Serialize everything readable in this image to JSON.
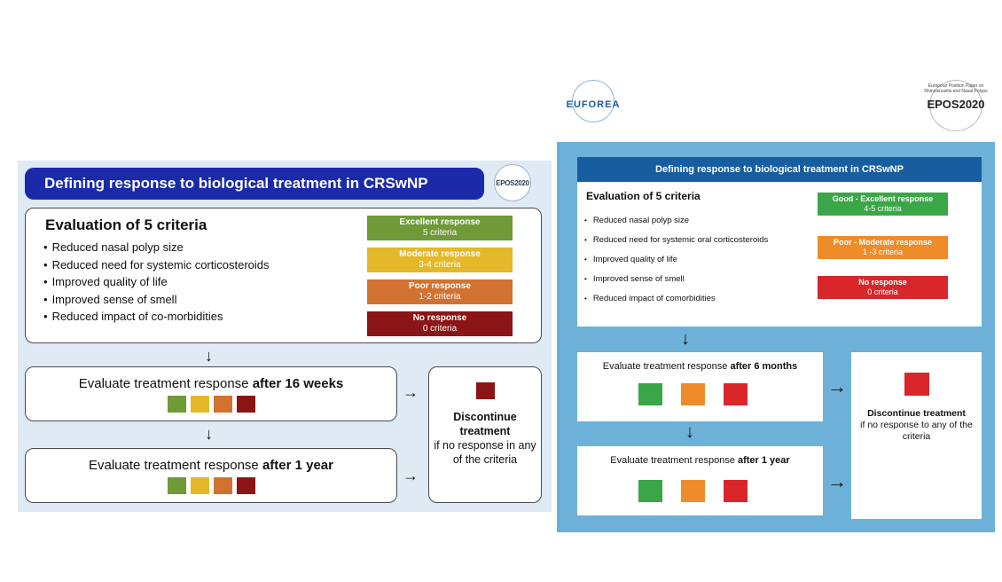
{
  "colors": {
    "excellent": "#6f9a37",
    "moderate": "#e5b82a",
    "poor": "#d17231",
    "none": "#8b1416",
    "right_good": "#3aa647",
    "right_moderate": "#ee8c2a",
    "right_none": "#d9262b",
    "left_title_bg": "#1a2aa9",
    "right_title_bg": "#175ea1",
    "right_panel_bg": "#6db1d8",
    "left_panel_bg": "#dfeaf5"
  },
  "left": {
    "title": "Defining response to biological treatment in CRSwNP",
    "logo_text": "EPOS2020",
    "criteria_title": "Evaluation of 5 criteria",
    "criteria": [
      "Reduced nasal polyp size",
      "Reduced need for systemic corticosteroids",
      "Improved quality of life",
      "Improved sense of smell",
      "Reduced impact of co-morbidities"
    ],
    "responses": [
      {
        "label": "Excellent response",
        "detail": "5 criteria"
      },
      {
        "label": "Moderate response",
        "detail": "3-4 criteria"
      },
      {
        "label": "Poor response",
        "detail": "1-2 criteria"
      },
      {
        "label": "No response",
        "detail": "0 criteria"
      }
    ],
    "eval1": {
      "prefix": "Evaluate treatment response ",
      "bold": "after 16 weeks"
    },
    "eval2": {
      "prefix": "Evaluate treatment response ",
      "bold": "after 1 year"
    },
    "discontinue": {
      "bold": "Discontinue treatment",
      "text": "if no response in any of the criteria"
    }
  },
  "right": {
    "title": "Defining response to biological treatment in CRSwNP",
    "criteria_title": "Evaluation of 5 criteria",
    "criteria": [
      "Reduced nasal polyp size",
      "Reduced need for systemic oral corticosteroids",
      "Improved quality of life",
      "Improved sense of smell",
      "Reduced impact of comorbidities"
    ],
    "responses": [
      {
        "label": "Good - Excellent response",
        "detail": "4-5 criteria"
      },
      {
        "label": "Poor - Moderate response",
        "detail": "1 -3 criteria"
      },
      {
        "label": "No response",
        "detail": "0 criteria"
      }
    ],
    "eval1": {
      "prefix": "Evaluate treatment response ",
      "bold": "after 6 months"
    },
    "eval2": {
      "prefix": "Evaluate treatment response ",
      "bold": "after 1 year"
    },
    "discontinue": {
      "bold": "Discontinue treatment",
      "text": "if no response to any of the criteria"
    }
  },
  "logos": {
    "euforea": "EUFOREA",
    "epos": "EPOS2020",
    "epos_tagline": "European Position Paper on Rhinosinusitis and Nasal Polyps"
  },
  "icons": {
    "down_arrow": "↓",
    "right_arrow": "→"
  }
}
